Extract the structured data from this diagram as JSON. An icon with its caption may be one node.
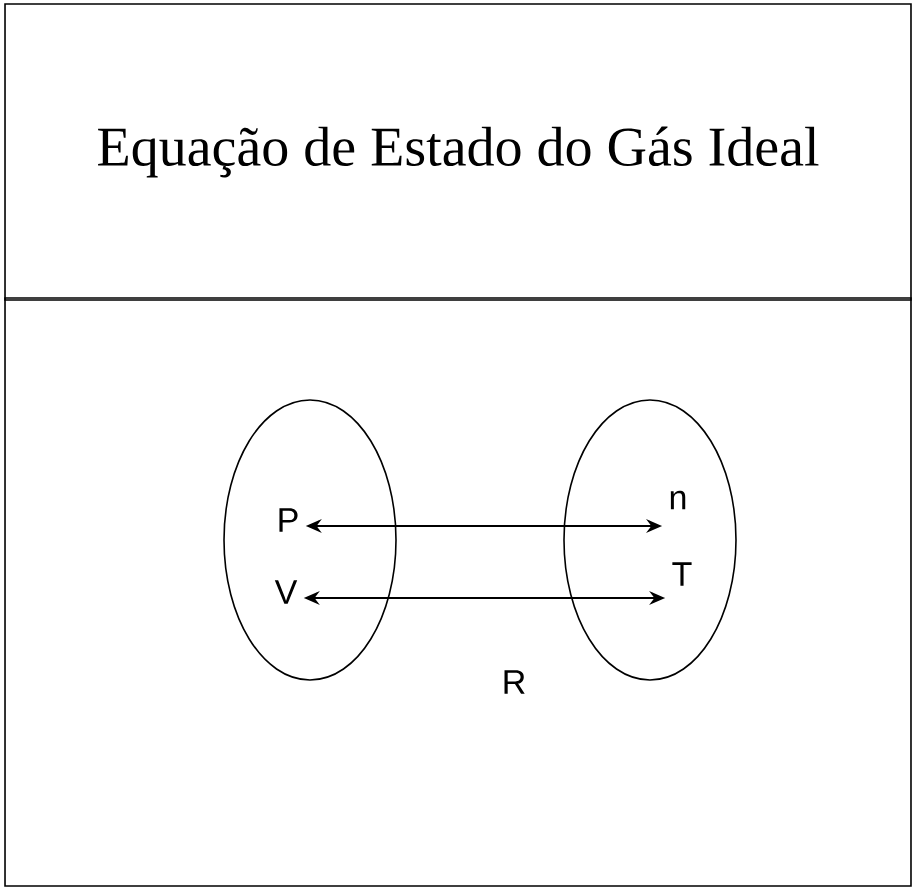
{
  "diagram": {
    "nodes": [
      {
        "text": [
          "Equação de Estado do Gás Ideal"
        ]
      },
      {
        "text": [],
        "shape": "box"
      },
      {
        "text": [],
        "shape": "ellipse",
        "in": 1
      },
      {
        "text": [],
        "shape": "ellipse",
        "in": 1
      },
      {
        "text": [
          "P"
        ],
        "in": 2
      },
      {
        "text": [
          "V"
        ],
        "in": 2
      },
      {
        "text": [
          "n"
        ],
        "in": 3
      },
      {
        "text": [
          "T"
        ],
        "in": 3
      }
    ],
    "edges": [
      {
        "from": 4,
        "to": 6,
        "arrow": "both"
      },
      {
        "from": 5,
        "to": 7,
        "arrow": "both"
      }
    ],
    "labels": [
      "R"
    ]
  }
}
